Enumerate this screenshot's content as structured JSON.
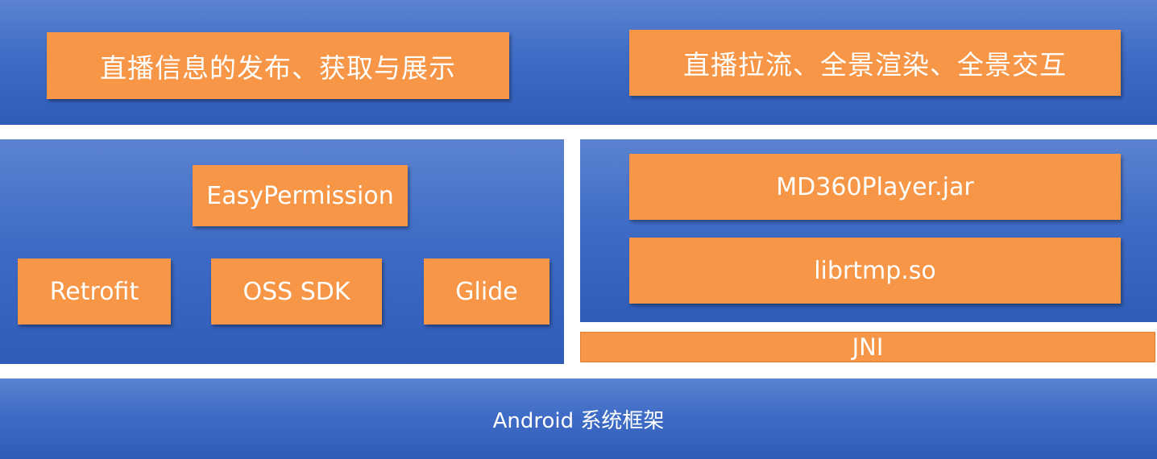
{
  "top_layer": {
    "left_label": "直播信息的发布、获取与展示",
    "right_label": "直播拉流、全景渲染、全景交互"
  },
  "left_libs": {
    "easypermission": "EasyPermission",
    "retrofit": "Retrofit",
    "oss_sdk": "OSS SDK",
    "glide": "Glide"
  },
  "right_libs": {
    "md360player": "MD360Player.jar",
    "librtmp": "librtmp.so",
    "jni": "JNI"
  },
  "bottom_layer": {
    "label": "Android 系统框架"
  },
  "colors": {
    "panel_blue": "#3f6cc6",
    "box_orange": "#f79646",
    "text_white": "#ffffff"
  }
}
